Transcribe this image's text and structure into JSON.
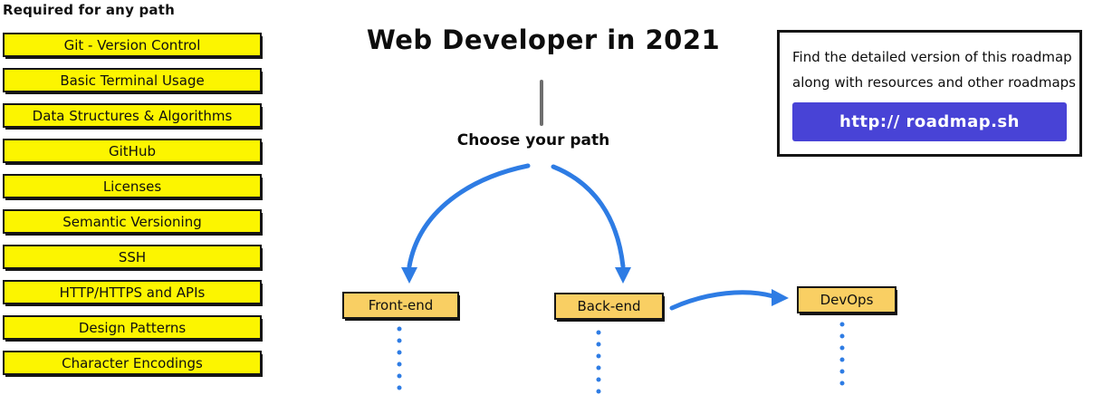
{
  "page": {
    "title": "Web Developer in 2021"
  },
  "left_panel": {
    "heading": "Required for any path",
    "items": [
      "Git - Version Control",
      "Basic Terminal Usage",
      "Data Structures & Algorithms",
      "GitHub",
      "Licenses",
      "Semantic Versioning",
      "SSH",
      "HTTP/HTTPS and APIs",
      "Design Patterns",
      "Character Encodings"
    ]
  },
  "center": {
    "choose_label": "Choose your path",
    "paths": [
      {
        "label": "Front-end"
      },
      {
        "label": "Back-end"
      },
      {
        "label": "DevOps"
      }
    ]
  },
  "info_box": {
    "line1": "Find the detailed version of this roadmap",
    "line2": "along with resources and other roadmaps",
    "button_label": "http:// roadmap.sh"
  },
  "icons": {
    "arrow_left_path": "curved-arrow-down-left",
    "arrow_right_path": "curved-arrow-down-right",
    "arrow_devops": "curved-arrow-right",
    "dotted_continuation": "dotted-line"
  },
  "colors": {
    "highlight_yellow": "#FCF500",
    "path_amber": "#F9CF63",
    "arrow_blue": "#2E7CE4",
    "brand_purple": "#4843D6",
    "border_black": "#151515",
    "line_gray": "#6E6E6E"
  }
}
